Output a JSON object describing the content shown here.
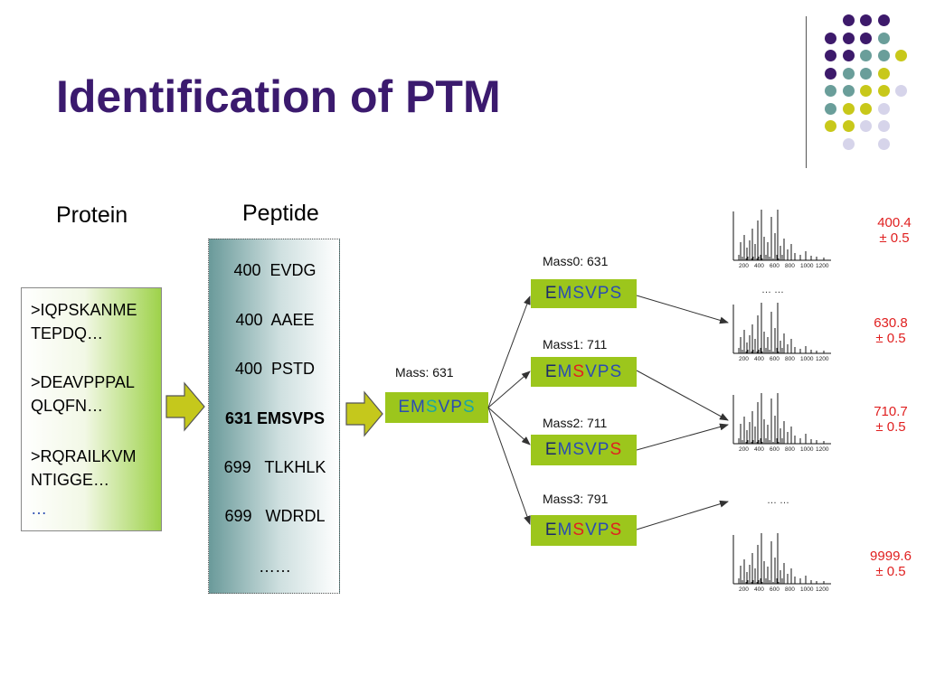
{
  "title": "Identification of PTM",
  "headers": {
    "protein": "Protein",
    "peptide": "Peptide"
  },
  "protein_lines": [
    ">IQPSKANME",
    "TEPDQ…",
    ">DEAVPPPAL",
    "QLQFN…",
    ">RQRAILKVM",
    "NTIGGE…",
    "…"
  ],
  "peptides": [
    {
      "mass": "400",
      "seq": "EVDG"
    },
    {
      "mass": "400",
      "seq": "AAEE"
    },
    {
      "mass": "400",
      "seq": "PSTD"
    },
    {
      "mass": "631",
      "seq": "EMSVPS"
    },
    {
      "mass": "699",
      "seq": "TLKHLK"
    },
    {
      "mass": "699",
      "seq": "WDRDL"
    },
    {
      "mass": "",
      "seq": "……"
    }
  ],
  "selected_peptide": {
    "label": "Mass: 631",
    "letters": [
      {
        "ch": "E",
        "color": "blue"
      },
      {
        "ch": "M",
        "color": "blue"
      },
      {
        "ch": "S",
        "color": "teal"
      },
      {
        "ch": "V",
        "color": "blue"
      },
      {
        "ch": "P",
        "color": "blue"
      },
      {
        "ch": "S",
        "color": "teal"
      }
    ]
  },
  "variants": [
    {
      "label": "Mass0: 631",
      "red": []
    },
    {
      "label": "Mass1: 711",
      "red": [
        2
      ]
    },
    {
      "label": "Mass2: 711",
      "red": [
        5
      ]
    },
    {
      "label": "Mass3: 791",
      "red": [
        2,
        5
      ]
    }
  ],
  "variant_sequence": "EMSVPS",
  "spectra_axis_ticks": [
    "200",
    "400",
    "600",
    "800",
    "1000",
    "1200"
  ],
  "ellipsis": "… …",
  "mass_values": [
    {
      "value": "400.4",
      "tol": "± 0.5"
    },
    {
      "value": "630.8",
      "tol": "± 0.5"
    },
    {
      "value": "710.7",
      "tol": "± 0.5"
    },
    {
      "value": "9999.6",
      "tol": "± 0.5"
    }
  ],
  "colors": {
    "title": "#3b1a6e",
    "green_box": "#9cc61c",
    "red": "#e02020",
    "blue_letters": "#2a4cb2",
    "teal_letters": "#1aa6a2"
  }
}
